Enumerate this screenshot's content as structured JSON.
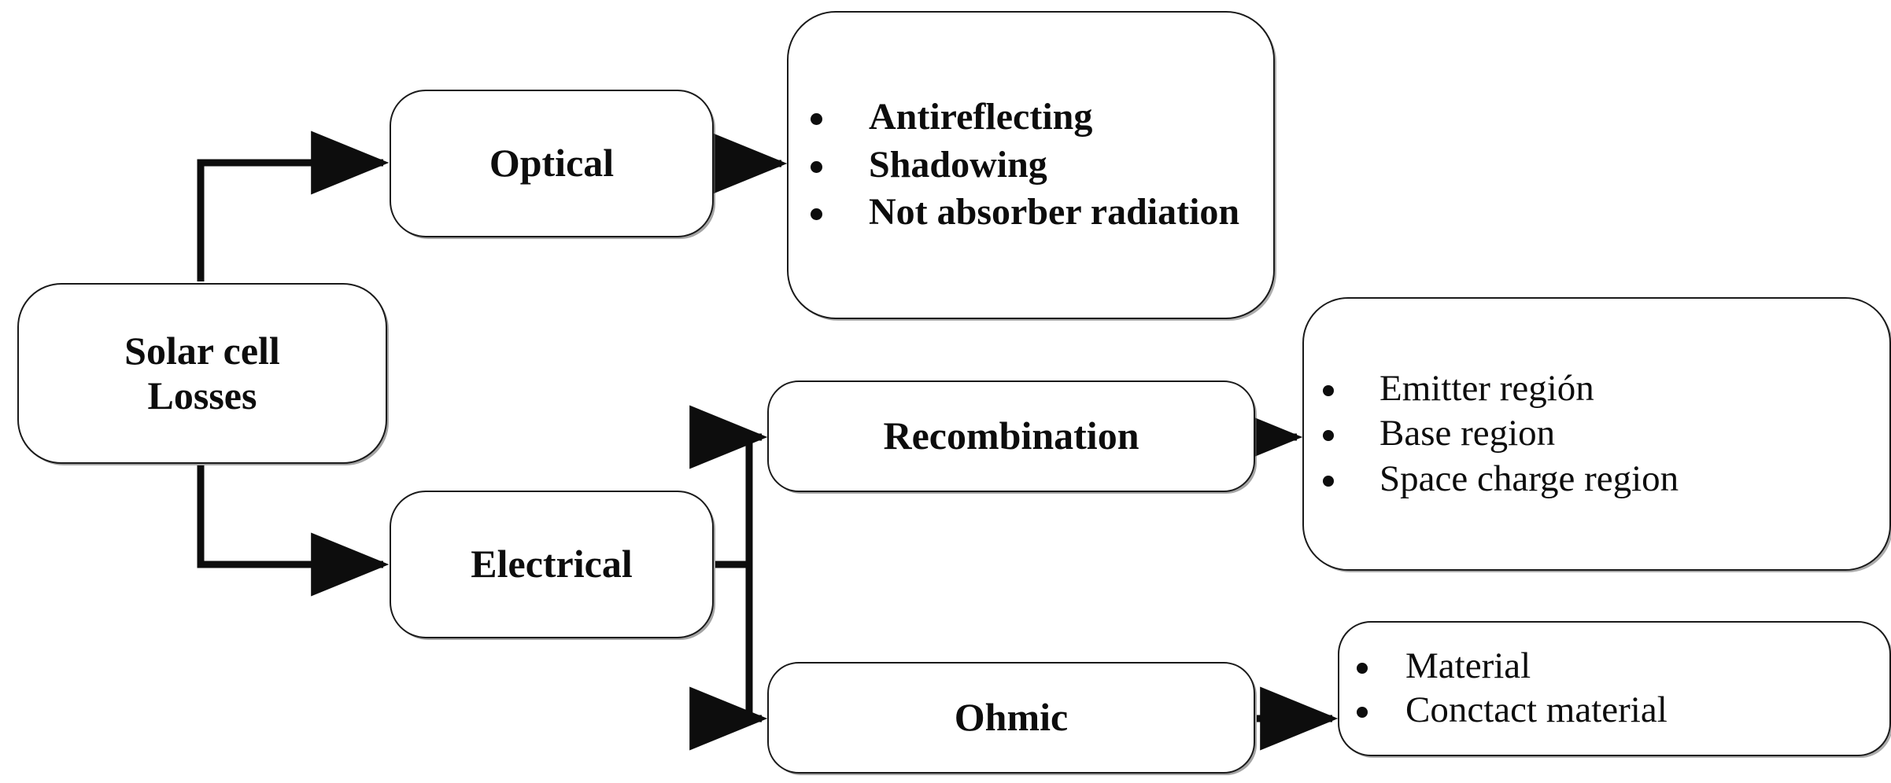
{
  "diagram": {
    "title": "Solar cell Losses",
    "type": "tree-flowchart",
    "root": {
      "label": "Solar cell\nLosses"
    },
    "branches": [
      {
        "category_label": "Optical",
        "details_label": "optical-losses",
        "details": [
          "Antireflecting",
          "Shadowing",
          "Not absorber radiation"
        ]
      },
      {
        "category_label": "Electrical",
        "subcategories": [
          {
            "label": "Recombination",
            "details": [
              "Emitter región",
              "Base region",
              "Space charge region"
            ]
          },
          {
            "label": "Ohmic",
            "details": [
              "Material",
              "Conctact  material"
            ]
          }
        ]
      }
    ],
    "colors": {
      "stroke": "#1a1a1a",
      "fill": "#ffffff",
      "text": "#0d0d0d"
    },
    "bullet_glyph": "bullet-dot-icon",
    "arrow_glyph": "arrow-right-icon"
  }
}
